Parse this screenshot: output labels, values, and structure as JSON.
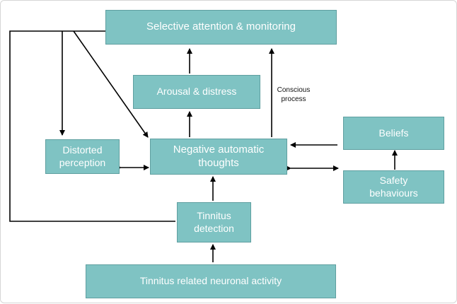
{
  "diagram": {
    "colors": {
      "box_fill": "#7fc3c3",
      "box_border": "#5f9fa0",
      "box_text": "#ffffff",
      "line": "#000000"
    },
    "nodes": {
      "selective_attention": "Selective attention & monitoring",
      "arousal": "Arousal & distress",
      "distorted_perception_1": "Distorted",
      "distorted_perception_2": "perception",
      "negative_thoughts_1": "Negative automatic",
      "negative_thoughts_2": "thoughts",
      "beliefs": "Beliefs",
      "safety_behaviours_1": "Safety",
      "safety_behaviours_2": "behaviours",
      "tinnitus_detection_1": "Tinnitus",
      "tinnitus_detection_2": "detection",
      "neuronal_activity": "Tinnitus related neuronal activity"
    },
    "annotation": {
      "line1": "Conscious",
      "line2": "process"
    }
  }
}
